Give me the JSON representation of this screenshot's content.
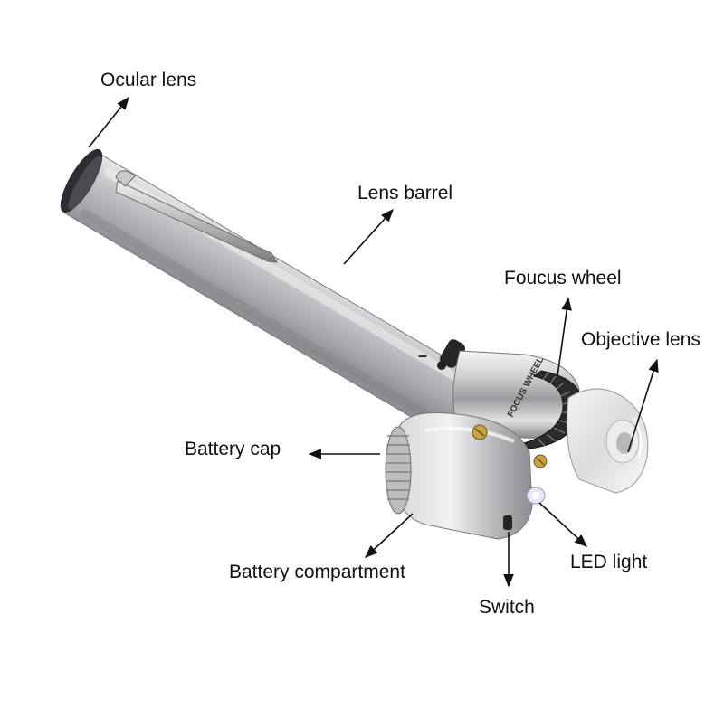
{
  "labels": {
    "ocular_lens": "Ocular lens",
    "lens_barrel": "Lens barrel",
    "focus_wheel": "Foucus wheel",
    "objective_lens": "Objective lens",
    "battery_cap": "Battery cap",
    "battery_compartment": "Battery compartment",
    "led_light": "LED light",
    "switch": "Switch"
  },
  "device_markings": {
    "focus_ring_text": "FOCUS WHEEL",
    "switch_minus": "–",
    "switch_plus": "+"
  }
}
